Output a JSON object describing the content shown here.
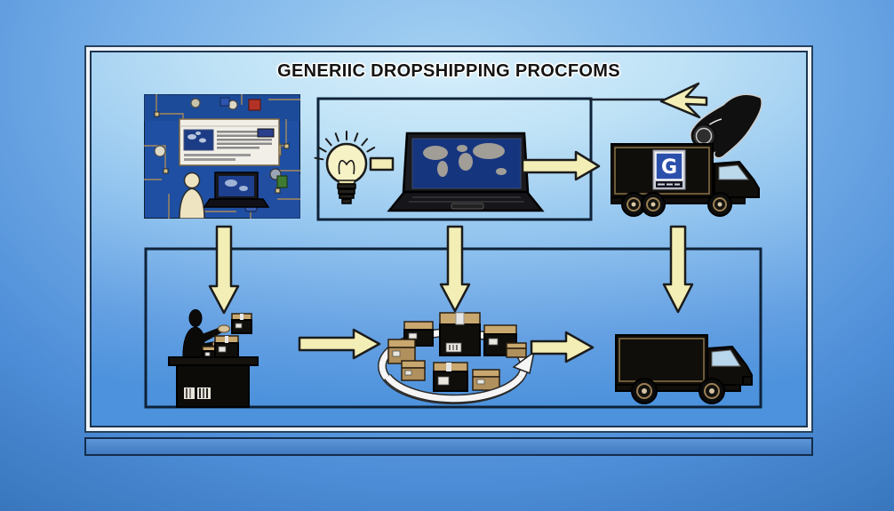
{
  "title": "GENERIIC DROPSHIPPING PROCFOMS",
  "supplier_truck": {
    "logo_letter": "G"
  },
  "diagram": {
    "type": "flowchart",
    "nodes": [
      {
        "id": "online-store-collage",
        "label": "online store website collage"
      },
      {
        "id": "idea-lightbulb",
        "label": "business idea lightbulb"
      },
      {
        "id": "laptop-world-map",
        "label": "laptop showing world map"
      },
      {
        "id": "supplier-truck",
        "label": "supplier truck with G logo"
      },
      {
        "id": "payment-hand",
        "label": "hand dropping a coin (payment)"
      },
      {
        "id": "merchant-at-desk",
        "label": "merchant packing orders at desk"
      },
      {
        "id": "package-cycle",
        "label": "packages in processing cycle"
      },
      {
        "id": "delivery-truck",
        "label": "delivery truck"
      }
    ],
    "edges": [
      {
        "from": "idea-lightbulb",
        "to": "laptop-world-map",
        "style": "dash"
      },
      {
        "from": "laptop-world-map",
        "to": "supplier-truck",
        "style": "arrow-right"
      },
      {
        "from": "supplier-truck",
        "to": "idea-laptop-box",
        "style": "return-line-left-arrowhead"
      },
      {
        "from": "online-store-collage",
        "to": "merchant-at-desk",
        "style": "arrow-down"
      },
      {
        "from": "laptop-world-map",
        "to": "package-cycle",
        "style": "arrow-down"
      },
      {
        "from": "supplier-truck",
        "to": "delivery-truck",
        "style": "arrow-down"
      },
      {
        "from": "merchant-at-desk",
        "to": "package-cycle",
        "style": "arrow-right"
      },
      {
        "from": "package-cycle",
        "to": "delivery-truck",
        "style": "arrow-right"
      }
    ]
  },
  "colors": {
    "background_blue": "#4e8ed8",
    "panel_top": "#d9f0fc",
    "panel_bottom": "#4c92dc",
    "frame_navy": "#142c4a",
    "arrow_yellow": "#f3eeb5",
    "collage_navy": "#1e4fa2",
    "logo_blue": "#2b50ac",
    "bulb_yellow": "#f7f2c6",
    "box_tan": "#c9a86f",
    "illustration_black": "#100e0b"
  }
}
